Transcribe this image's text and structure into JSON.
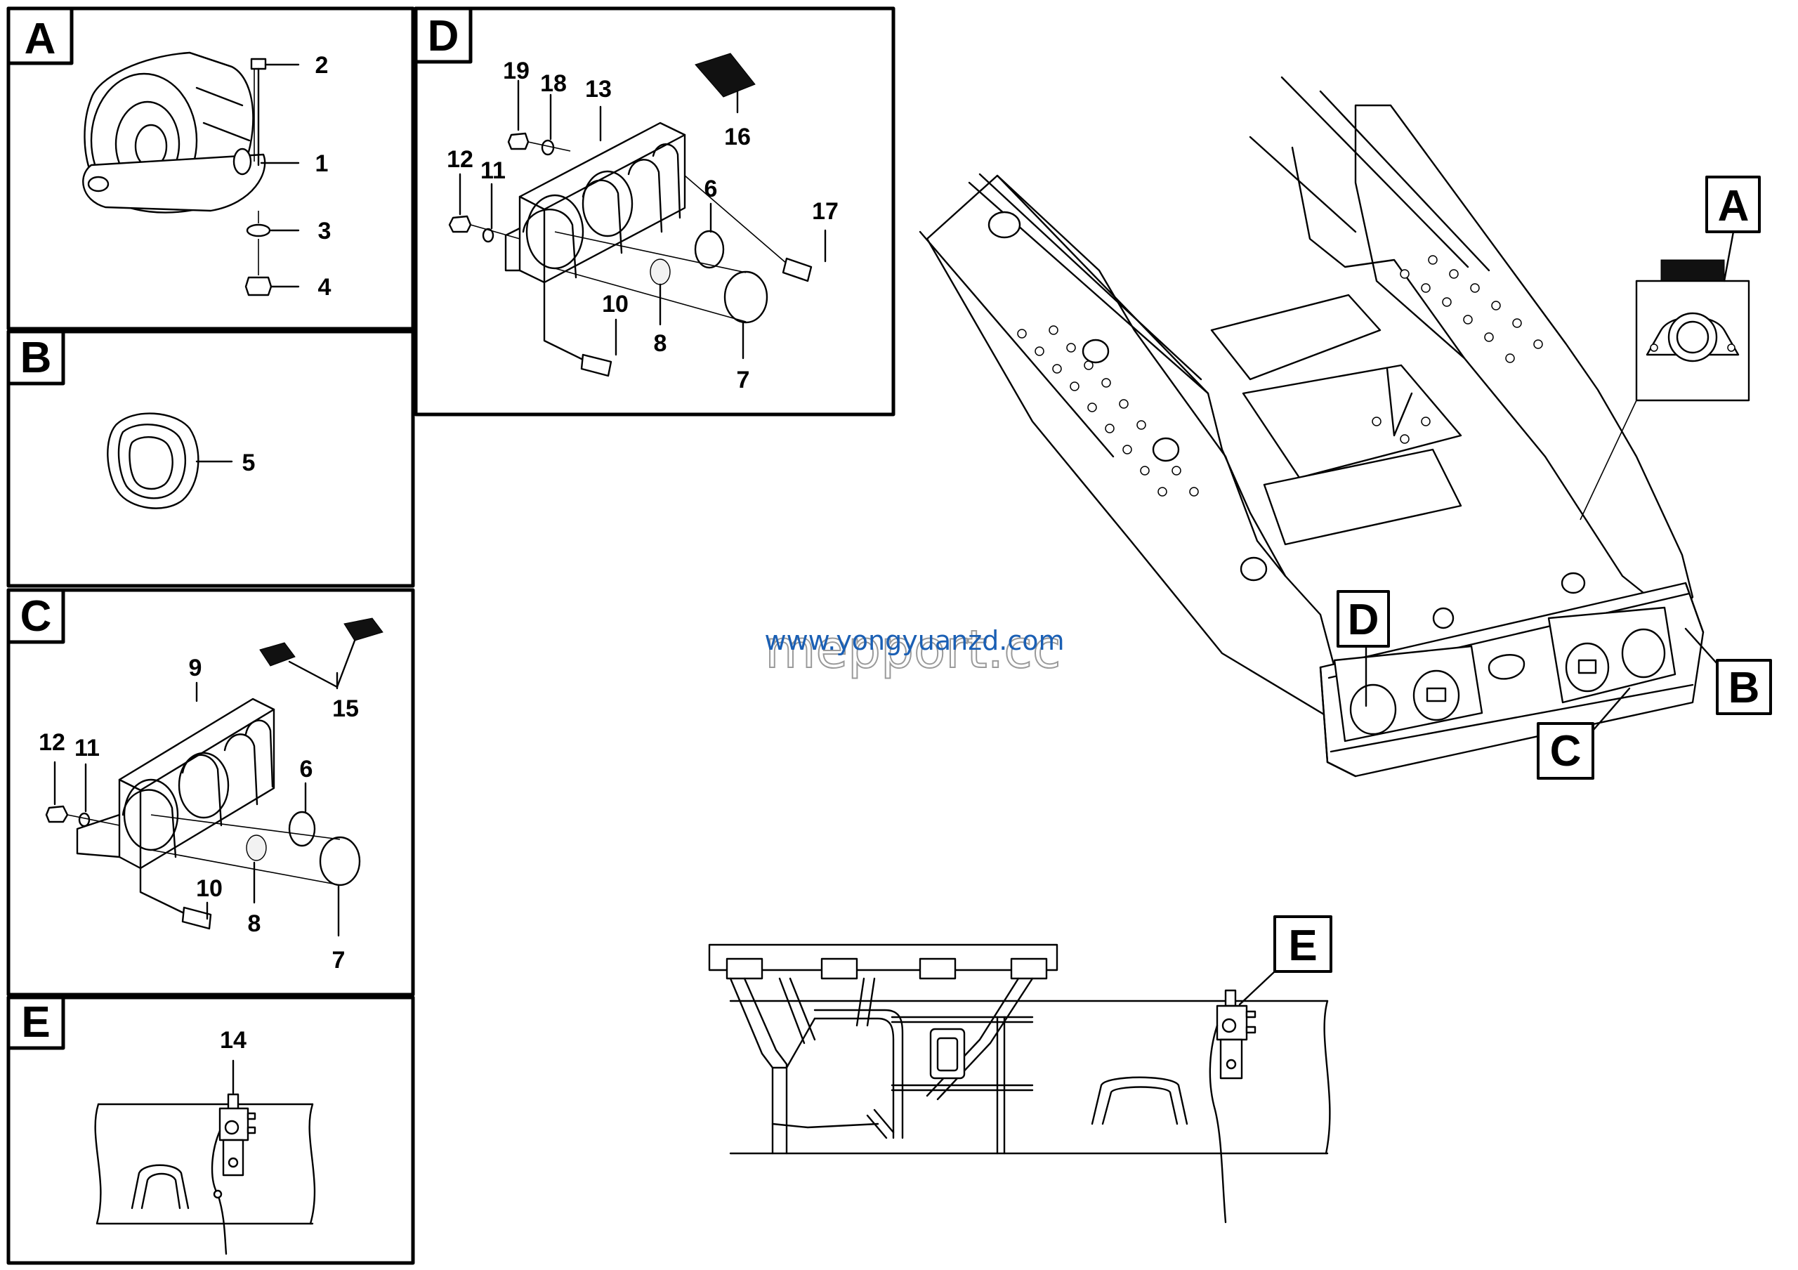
{
  "panels": {
    "a": {
      "letter": "A",
      "callouts": [
        "2",
        "1",
        "3",
        "4"
      ]
    },
    "b": {
      "letter": "B",
      "callouts": [
        "5"
      ]
    },
    "c": {
      "letter": "C",
      "callouts": [
        "9",
        "15",
        "12",
        "11",
        "6",
        "10",
        "8",
        "7"
      ]
    },
    "d": {
      "letter": "D",
      "callouts": [
        "19",
        "18",
        "13",
        "16",
        "12",
        "11",
        "6",
        "17",
        "10",
        "8",
        "7"
      ]
    },
    "e": {
      "letter": "E",
      "callouts": [
        "14"
      ]
    }
  },
  "main_labels": {
    "a": "A",
    "b": "B",
    "c": "C",
    "d": "D",
    "e": "E"
  },
  "watermark": {
    "line1": "www.yongyuanzd.com",
    "line2": "mepport.cc"
  }
}
